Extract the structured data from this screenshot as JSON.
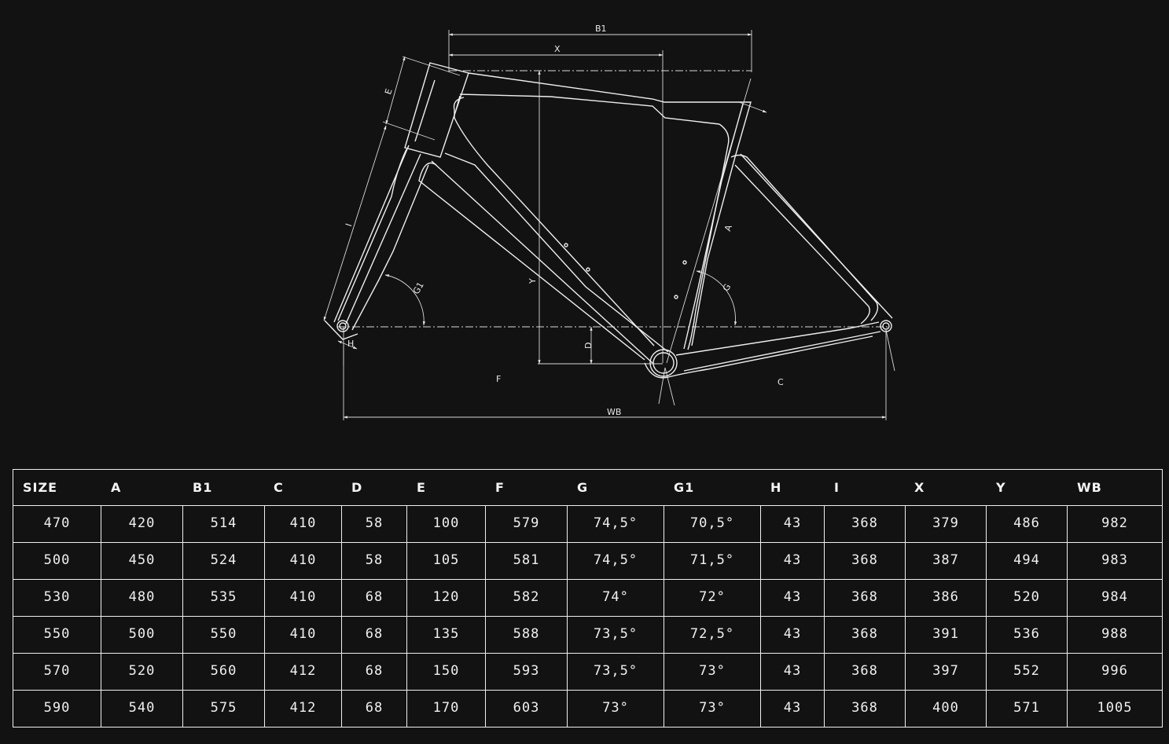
{
  "diagram": {
    "labels": {
      "B1": "B1",
      "X": "X",
      "E": "E",
      "I": "I",
      "A": "A",
      "G": "G",
      "G1": "G1",
      "Y": "Y",
      "D": "D",
      "H": "H",
      "F": "F",
      "C": "C",
      "WB": "WB"
    },
    "line_color": "#e6e6e6",
    "background": "#121212"
  },
  "table": {
    "headers": [
      "SIZE",
      "A",
      "B1",
      "C",
      "D",
      "E",
      "F",
      "G",
      "G1",
      "H",
      "I",
      "X",
      "Y",
      "WB"
    ],
    "rows": [
      [
        "470",
        "420",
        "514",
        "410",
        "58",
        "100",
        "579",
        "74,5°",
        "70,5°",
        "43",
        "368",
        "379",
        "486",
        "982"
      ],
      [
        "500",
        "450",
        "524",
        "410",
        "58",
        "105",
        "581",
        "74,5°",
        "71,5°",
        "43",
        "368",
        "387",
        "494",
        "983"
      ],
      [
        "530",
        "480",
        "535",
        "410",
        "68",
        "120",
        "582",
        "74°",
        "72°",
        "43",
        "368",
        "386",
        "520",
        "984"
      ],
      [
        "550",
        "500",
        "550",
        "410",
        "68",
        "135",
        "588",
        "73,5°",
        "72,5°",
        "43",
        "368",
        "391",
        "536",
        "988"
      ],
      [
        "570",
        "520",
        "560",
        "412",
        "68",
        "150",
        "593",
        "73,5°",
        "73°",
        "43",
        "368",
        "397",
        "552",
        "996"
      ],
      [
        "590",
        "540",
        "575",
        "412",
        "68",
        "170",
        "603",
        "73°",
        "73°",
        "43",
        "368",
        "400",
        "571",
        "1005"
      ]
    ]
  }
}
